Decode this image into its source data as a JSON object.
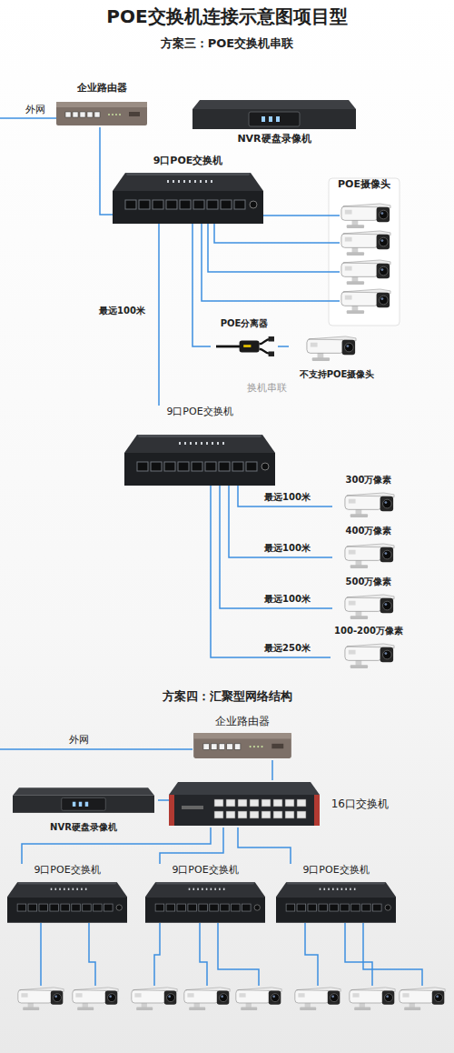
{
  "diagram": {
    "title": "POE交换机连接示意图项目型",
    "nodes": [
      {
        "text": [
          "企业路由器"
        ]
      },
      {
        "text": [
          "NVR硬盘录像机"
        ]
      },
      {
        "text": [
          "9口POE交换机"
        ]
      },
      {
        "text": [
          "POE摄像头"
        ]
      },
      {
        "text": [
          "POE分离器"
        ]
      },
      {
        "text": [
          "不支持POE摄像头"
        ]
      },
      {
        "text": [
          "9口POE交换机"
        ]
      },
      {
        "text": [
          "300万像素"
        ]
      },
      {
        "text": [
          "400万像素"
        ]
      },
      {
        "text": [
          "500万像素"
        ]
      },
      {
        "text": [
          "100-200万像素"
        ]
      },
      {
        "text": [
          "企业路由器"
        ]
      },
      {
        "text": [
          "NVR硬盘录像机"
        ]
      },
      {
        "text": [
          "16口交换机"
        ]
      },
      {
        "text": [
          "9口POE交换机"
        ]
      },
      {
        "text": [
          "9口POE交换机"
        ]
      },
      {
        "text": [
          "9口POE交换机"
        ]
      }
    ],
    "edges": [
      {
        "from": 0,
        "to": 2,
        "arrow": "none"
      },
      {
        "from": 2,
        "to": 4,
        "arrow": "none"
      },
      {
        "from": 4,
        "to": 5,
        "arrow": "none"
      },
      {
        "from": 2,
        "to": 6,
        "label": "最远100米",
        "arrow": "none"
      },
      {
        "from": 6,
        "to": 7,
        "label": "最远100米",
        "arrow": "none"
      },
      {
        "from": 6,
        "to": 8,
        "label": "最远100米",
        "arrow": "none"
      },
      {
        "from": 6,
        "to": 9,
        "label": "最远100米",
        "arrow": "none"
      },
      {
        "from": 6,
        "to": 10,
        "label": "最远250米",
        "arrow": "none"
      },
      {
        "from": 11,
        "to": 13,
        "arrow": "none"
      },
      {
        "from": 12,
        "to": 13,
        "arrow": "none"
      },
      {
        "from": 13,
        "to": 14,
        "arrow": "none"
      },
      {
        "from": 13,
        "to": 15,
        "arrow": "none"
      },
      {
        "from": 13,
        "to": 16,
        "arrow": "none"
      }
    ],
    "labels": [
      "外网",
      "方案三：POE交换机串联",
      "换机串联",
      "方案四：汇聚型网络结构",
      "外网"
    ]
  }
}
